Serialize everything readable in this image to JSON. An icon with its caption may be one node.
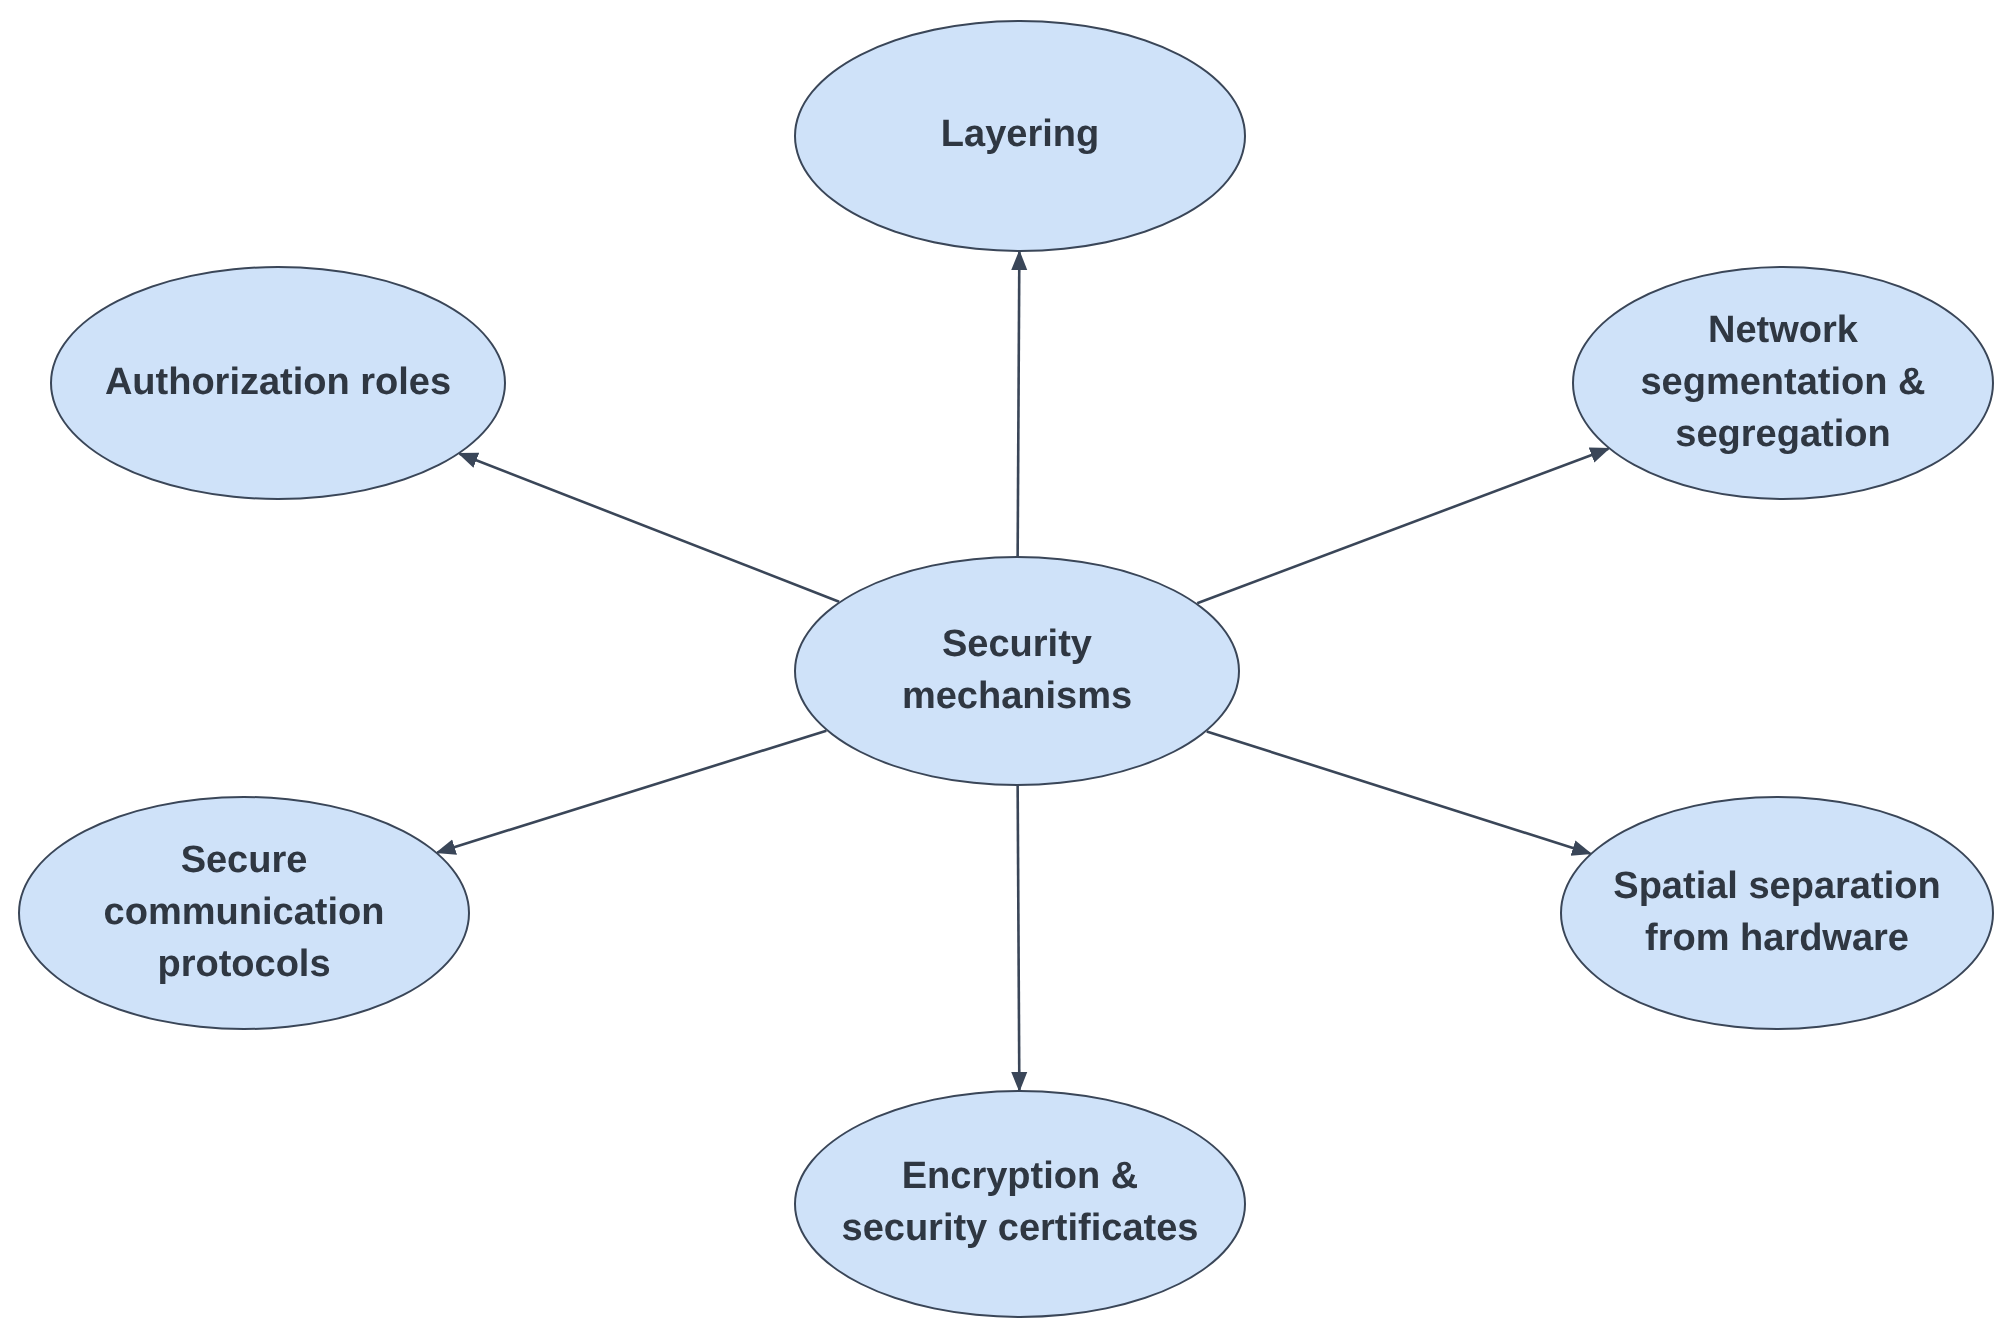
{
  "diagram": {
    "nodes": [
      {
        "text": [
          "Layering"
        ]
      },
      {
        "text": [
          "Authorization roles"
        ]
      },
      {
        "text": [
          "Network segmentation & segregation"
        ]
      },
      {
        "text": [
          "Security mechanisms"
        ]
      },
      {
        "text": [
          "Secure communication protocols"
        ]
      },
      {
        "text": [
          "Spatial separation from hardware"
        ]
      },
      {
        "text": [
          "Encryption & security certificates"
        ]
      }
    ],
    "edges": [
      {
        "from": 3,
        "to": 0,
        "arrow": "to"
      },
      {
        "from": 3,
        "to": 1,
        "arrow": "to"
      },
      {
        "from": 3,
        "to": 2,
        "arrow": "to"
      },
      {
        "from": 3,
        "to": 4,
        "arrow": "to"
      },
      {
        "from": 3,
        "to": 5,
        "arrow": "to"
      },
      {
        "from": 3,
        "to": 6,
        "arrow": "to"
      }
    ]
  }
}
